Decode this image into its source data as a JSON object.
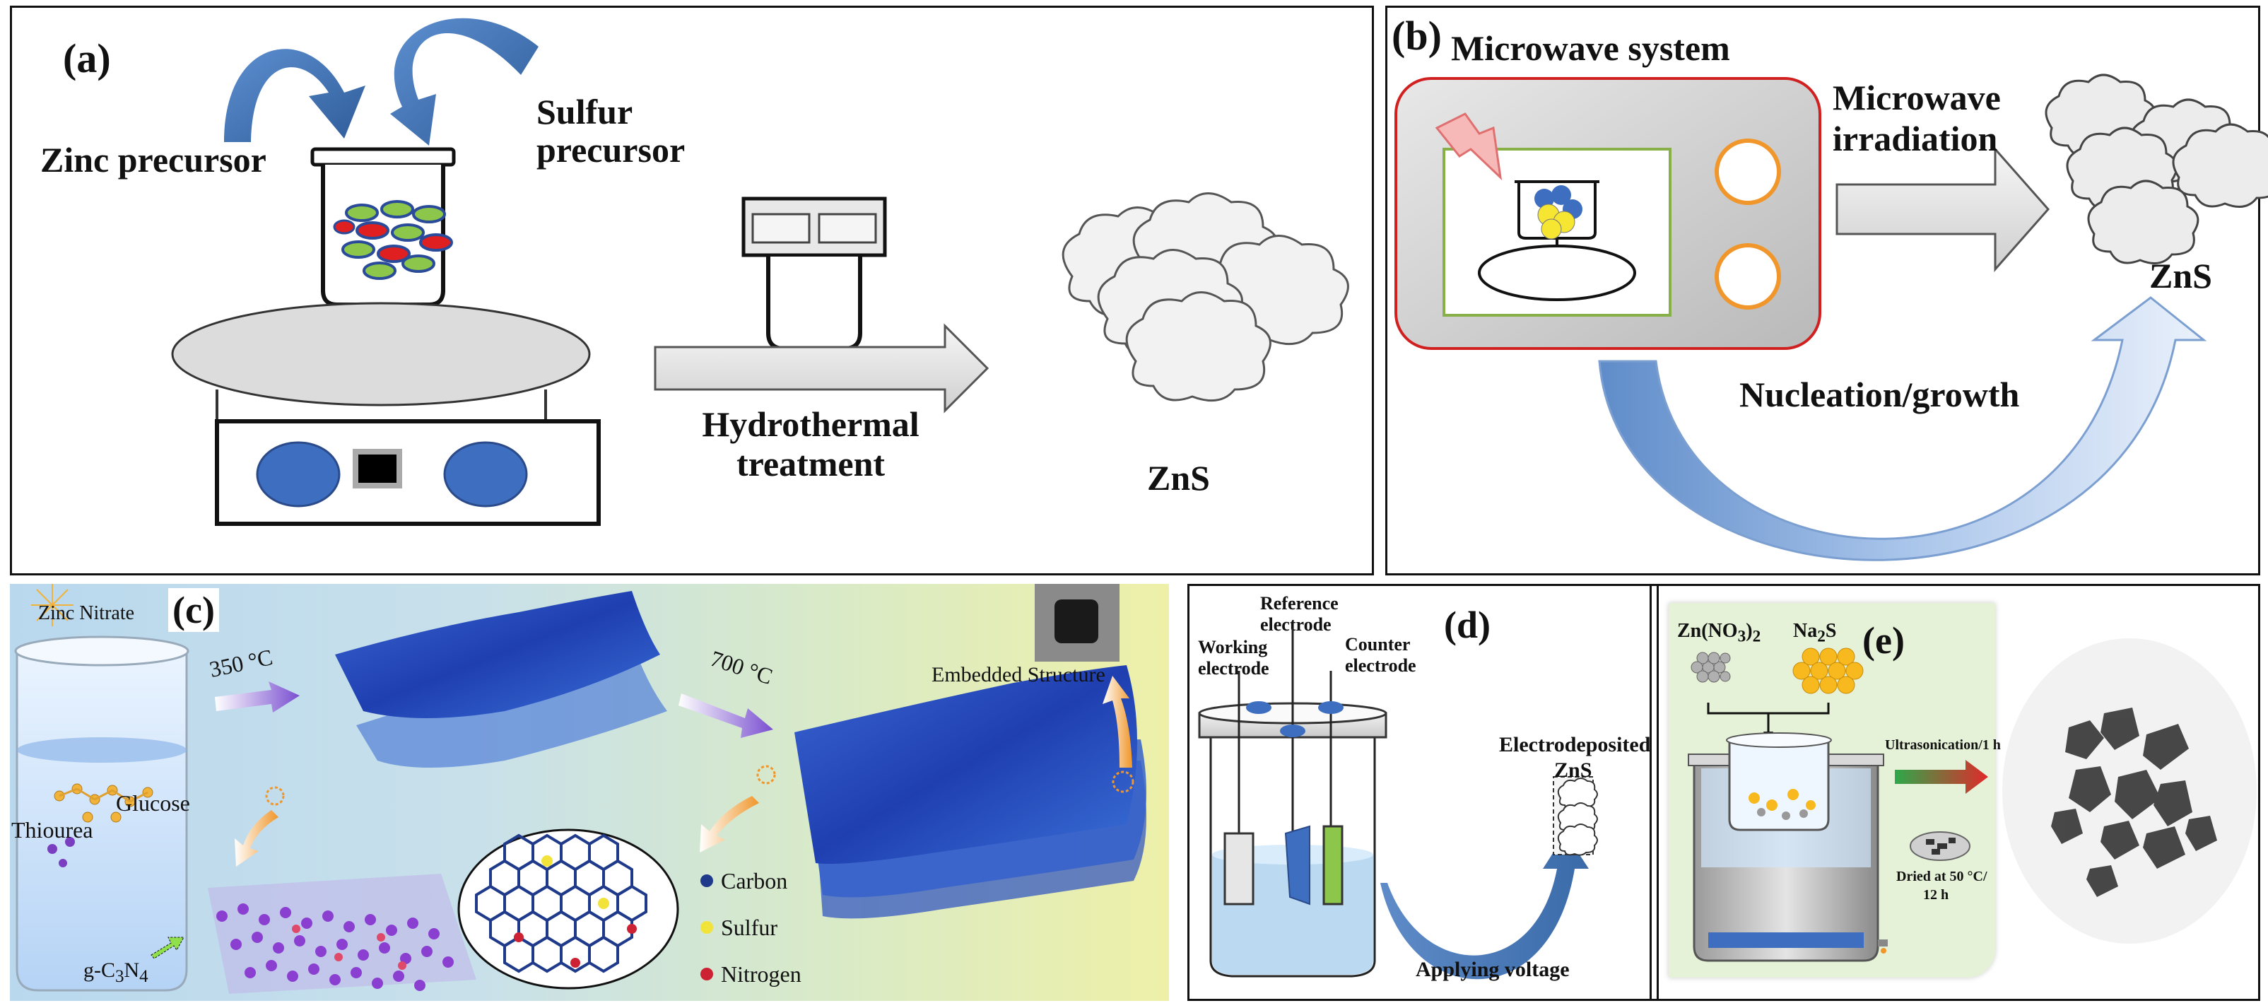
{
  "panels": {
    "a": {
      "tag": "(a)",
      "zinc_precursor": "Zinc precursor",
      "sulfur_precursor": [
        "Sulfur",
        "precursor"
      ],
      "process": [
        "Hydrothermal",
        "treatment"
      ],
      "product": "ZnS"
    },
    "b": {
      "tag": "(b)",
      "system": "Microwave system",
      "process": [
        "Microwave",
        "irradiation"
      ],
      "product": "ZnS",
      "step": "Nucleation/growth"
    },
    "c": {
      "tag": "(c)",
      "zinc_nitrate": "Zinc Nitrate",
      "glucose": "Glucose",
      "thiourea": "Thiourea",
      "temp1": "350 °C",
      "temp2": "700 °C",
      "embedded": "Embedded Structure",
      "gcn_main": "g-C",
      "gcn_sub3": "3",
      "gcn_mid": "N",
      "gcn_sub4": "4",
      "legend": [
        "Carbon",
        "Sulfur",
        "Nitrogen"
      ]
    },
    "d": {
      "tag": "(d)",
      "working": [
        "Working",
        "electrode"
      ],
      "reference": [
        "Reference",
        "electrode"
      ],
      "counter": [
        "Counter",
        "electrode"
      ],
      "product": [
        "Electrodeposited",
        "ZnS"
      ],
      "process": "Applying voltage"
    },
    "e": {
      "tag": "(e)",
      "zn_main": "Zn(NO",
      "zn_sub3": "3",
      "zn_close": ")",
      "zn_sub2": "2",
      "na_main": "Na",
      "na_sub2": "2",
      "na_end": "S",
      "sonication": "Ultrasonication/1 h",
      "dried": [
        "Dried at 50 °C/",
        "12 h"
      ]
    }
  },
  "colors": {
    "arrow_blue": "#3a6aa8",
    "sheet_blue": "#2a55c8",
    "orange": "#f0962a",
    "green_bg": "#e6f2d8"
  },
  "legend_colors": [
    "#1f3a8a",
    "#f2e33a",
    "#cc2233"
  ]
}
